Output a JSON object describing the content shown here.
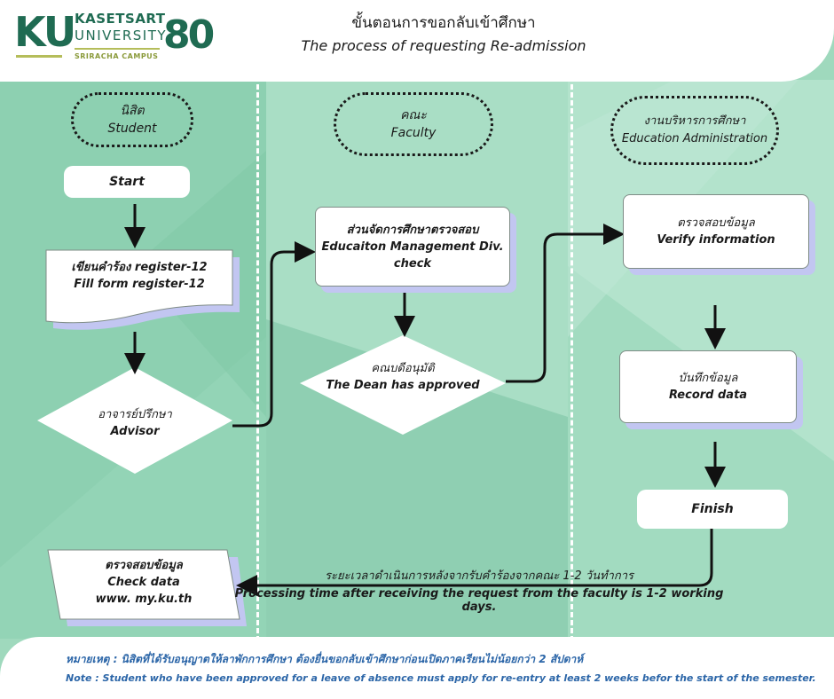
{
  "header": {
    "logo": {
      "mark": "KU",
      "name_line1": "KASETSART",
      "name_line2": "UNIVERSITY",
      "campus": "SRIRACHA CAMPUS",
      "anniversary": "80"
    },
    "title_th": "ขั้นตอนการขอกลับเข้าศึกษา",
    "title_en": "The process of requesting Re-admission"
  },
  "lanes": [
    {
      "th": "นิสิต",
      "en": "Student"
    },
    {
      "th": "คณะ",
      "en": "Faculty"
    },
    {
      "th": "งานบริหารการศึกษา",
      "en": "Education Administration"
    }
  ],
  "nodes": {
    "start": "Start",
    "form_th": "เขียนคำร้อง register-12",
    "form_en": "Fill form register-12",
    "advisor_th": "อาจารย์ปรึกษา",
    "advisor_en": "Advisor",
    "edu_check_th": "ส่วนจัดการศึกษาตรวจสอบ",
    "edu_check_en1": "Educaiton Management Div.",
    "edu_check_en2": "check",
    "dean_th": "คณบดีอนุมัติ",
    "dean_en": "The Dean has approved",
    "verify_th": "ตรวจสอบข้อมูล",
    "verify_en": "Verify information",
    "record_th": "บันทึกข้อมูล",
    "record_en": "Record  data",
    "finish": "Finish",
    "check_th": "ตรวจสอบข้อมูล",
    "check_en": "Check  data",
    "check_url": "www. my.ku.th"
  },
  "processing": {
    "th": "ระยะเวลาดำเนินการหลังจากรับคำร้องจากคณะ 1-2 วันทำการ",
    "en": "Processing time after receiving the request from the faculty is 1-2 working days."
  },
  "notes": {
    "th": "หมายเหตุ  :  นิสิตที่ได้รับอนุญาตให้ลาพักการศึกษา ต้องยื่นขอกลับเข้าศึกษาก่อนเปิดภาคเรียนไม่น้อยกว่า 2 สัปดาห์",
    "en": "Note :  Student who have been approved for a leave of absence must  apply for re-entry at least 2 weeks befor the start of the semester."
  },
  "colors": {
    "background": "#9fd9bd",
    "box_shadow": "#c2c6f1",
    "note_text": "#2c66a8",
    "logo_green": "#1f6b52"
  }
}
